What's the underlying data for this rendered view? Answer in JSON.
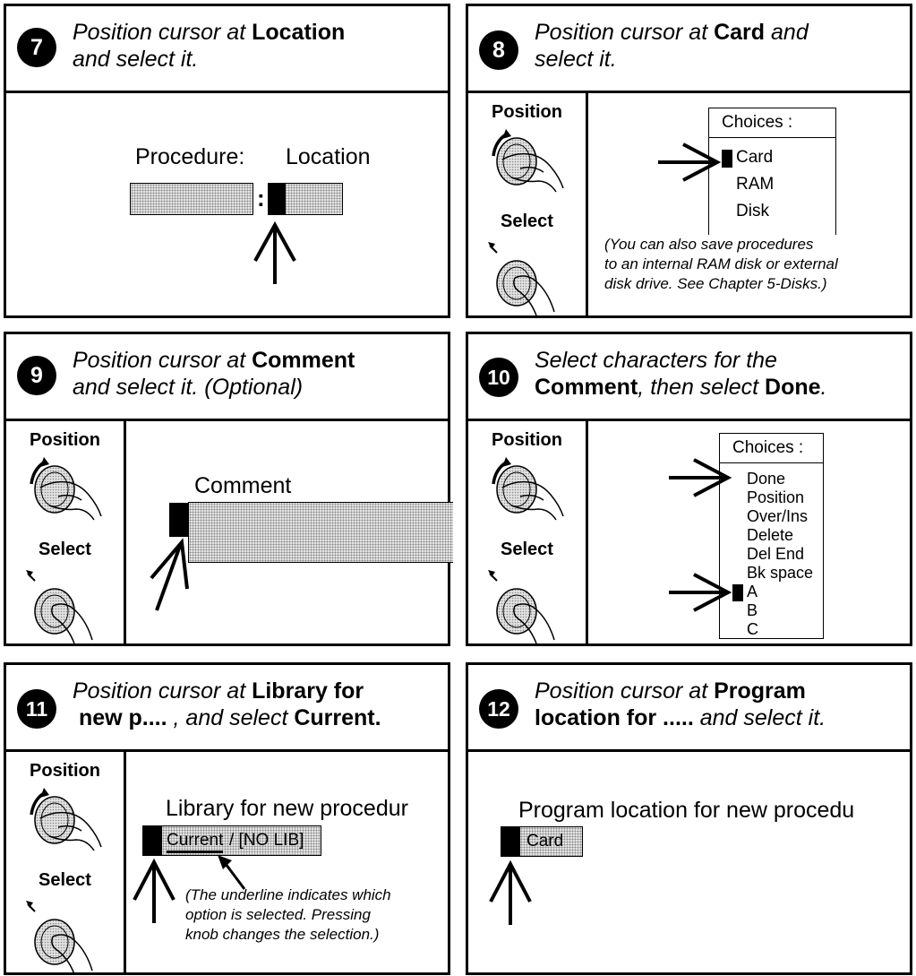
{
  "knob_labels": {
    "position": "Position",
    "select": "Select"
  },
  "panel7": {
    "step": "7",
    "title": {
      "l1a": "Position cursor at ",
      "l1b": "Location",
      "l2": "and select it."
    },
    "label_procedure": "Procedure:",
    "label_location": "Location",
    "separator": ":"
  },
  "panel8": {
    "step": "8",
    "title": {
      "l1a": "Position cursor at ",
      "l1b": "Card",
      "l1c": " and",
      "l2": "select it."
    },
    "choices_title": "Choices :",
    "choices": [
      "Card",
      "RAM",
      "Disk"
    ],
    "note": [
      "(You can also save procedures",
      "to an internal RAM disk or external",
      "disk drive. See Chapter 5-Disks.)"
    ]
  },
  "panel9": {
    "step": "9",
    "title": {
      "l1a": "Position cursor at ",
      "l1b": "Comment",
      "l2": "and select it.  (Optional)"
    },
    "label_comment": "Comment"
  },
  "panel10": {
    "step": "10",
    "title": {
      "l1": "Select characters for the",
      "l2a": "Comment",
      "l2b": ", then select ",
      "l2c": "Done",
      "l2d": "."
    },
    "choices_title": "Choices :",
    "choices": [
      "Done",
      "Position",
      "Over/Ins",
      "Delete",
      "Del End",
      "Bk space",
      "A",
      "B",
      "C"
    ]
  },
  "panel11": {
    "step": "11",
    "title": {
      "l1a": "Position cursor at ",
      "l1b": "Library for",
      "l2a": "new p.... ",
      "l2b": ", and select ",
      "l2c": "Current."
    },
    "label_library": "Library for new procedur",
    "option_current": "Current",
    "option_rest": " / [NO LIB]",
    "note": [
      "(The underline indicates which",
      "option is selected. Pressing",
      "knob changes the selection.)"
    ]
  },
  "panel12": {
    "step": "12",
    "title": {
      "l1a": "Position cursor at ",
      "l1b": "Program",
      "l2a": "location for .....",
      "l2b": " and select it."
    },
    "label_program": "Program location for new procedu",
    "option_card": "Card"
  }
}
